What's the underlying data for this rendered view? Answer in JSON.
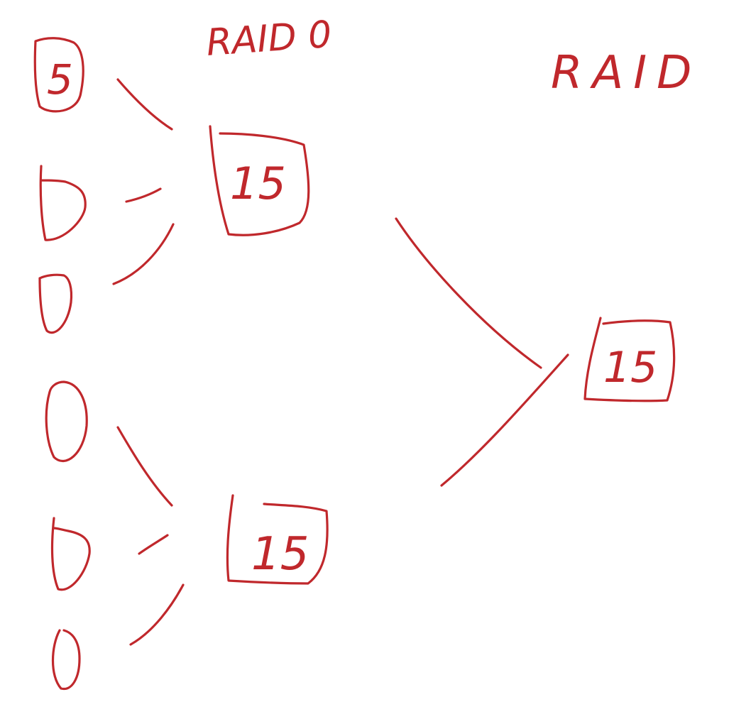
{
  "ink_color": "#c0282c",
  "labels": {
    "raid_left": "RAID 0",
    "raid_right": "RAID"
  },
  "disks": [
    "5",
    "",
    "",
    "",
    "",
    ""
  ],
  "arrays": {
    "top": "15",
    "bottom": "15",
    "combined": "15"
  }
}
